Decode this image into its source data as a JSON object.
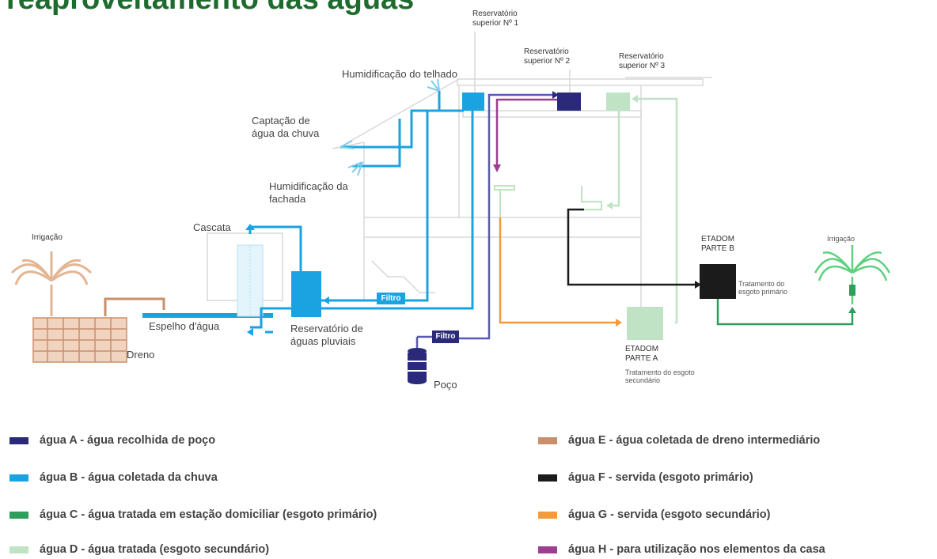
{
  "title": "reaproveitamento das águas",
  "labels": {
    "reservatorio_1": "Reservatório superior Nº 1",
    "reservatorio_2": "Reservatório superior Nº 2",
    "reservatorio_3": "Reservatório superior Nº 3",
    "humidificacao_telhado": "Humidificação do telhado",
    "captacao": "Captação de água da chuva",
    "humidificacao_fachada": "Humidificação da fachada",
    "cascata": "Cascata",
    "irrigacao_left": "Irrigação",
    "irrigacao_right": "Irrigação",
    "espelho": "Espelho d'água",
    "dreno": "Dreno",
    "reservatorio_pluviais": "Reservatório de águas pluviais",
    "poco": "Poço",
    "filtro_1": "Filtro",
    "filtro_2": "Filtro",
    "etadom_b": "ETADOM PARTE B",
    "etadom_b_desc": "Tratamento do esgoto primário",
    "etadom_a": "ETADOM PARTE A",
    "etadom_a_desc": "Tratamento do esgoto secundário"
  },
  "colors": {
    "A": "#2b2a7a",
    "B": "#1aa3e0",
    "C": "#2e9e5b",
    "D": "#bfe3c4",
    "E": "#c98f6a",
    "F": "#1b1b1b",
    "G": "#f39a3a",
    "H": "#9c3f8e",
    "title": "#1e6b2e"
  },
  "legend": [
    {
      "key": "A",
      "text": "água A - água recolhida de poço"
    },
    {
      "key": "B",
      "text": "água B - água coletada da chuva"
    },
    {
      "key": "C",
      "text": "água C - água tratada em estação domiciliar (esgoto primário)"
    },
    {
      "key": "D",
      "text": "água D - água tratada  (esgoto secundário)"
    },
    {
      "key": "E",
      "text": "água E - água coletada de dreno intermediário"
    },
    {
      "key": "F",
      "text": "água F - servida  (esgoto primário)"
    },
    {
      "key": "G",
      "text": "água G - servida (esgoto secundário)"
    },
    {
      "key": "H",
      "text": "água H - para utilização nos elementos da casa"
    }
  ]
}
